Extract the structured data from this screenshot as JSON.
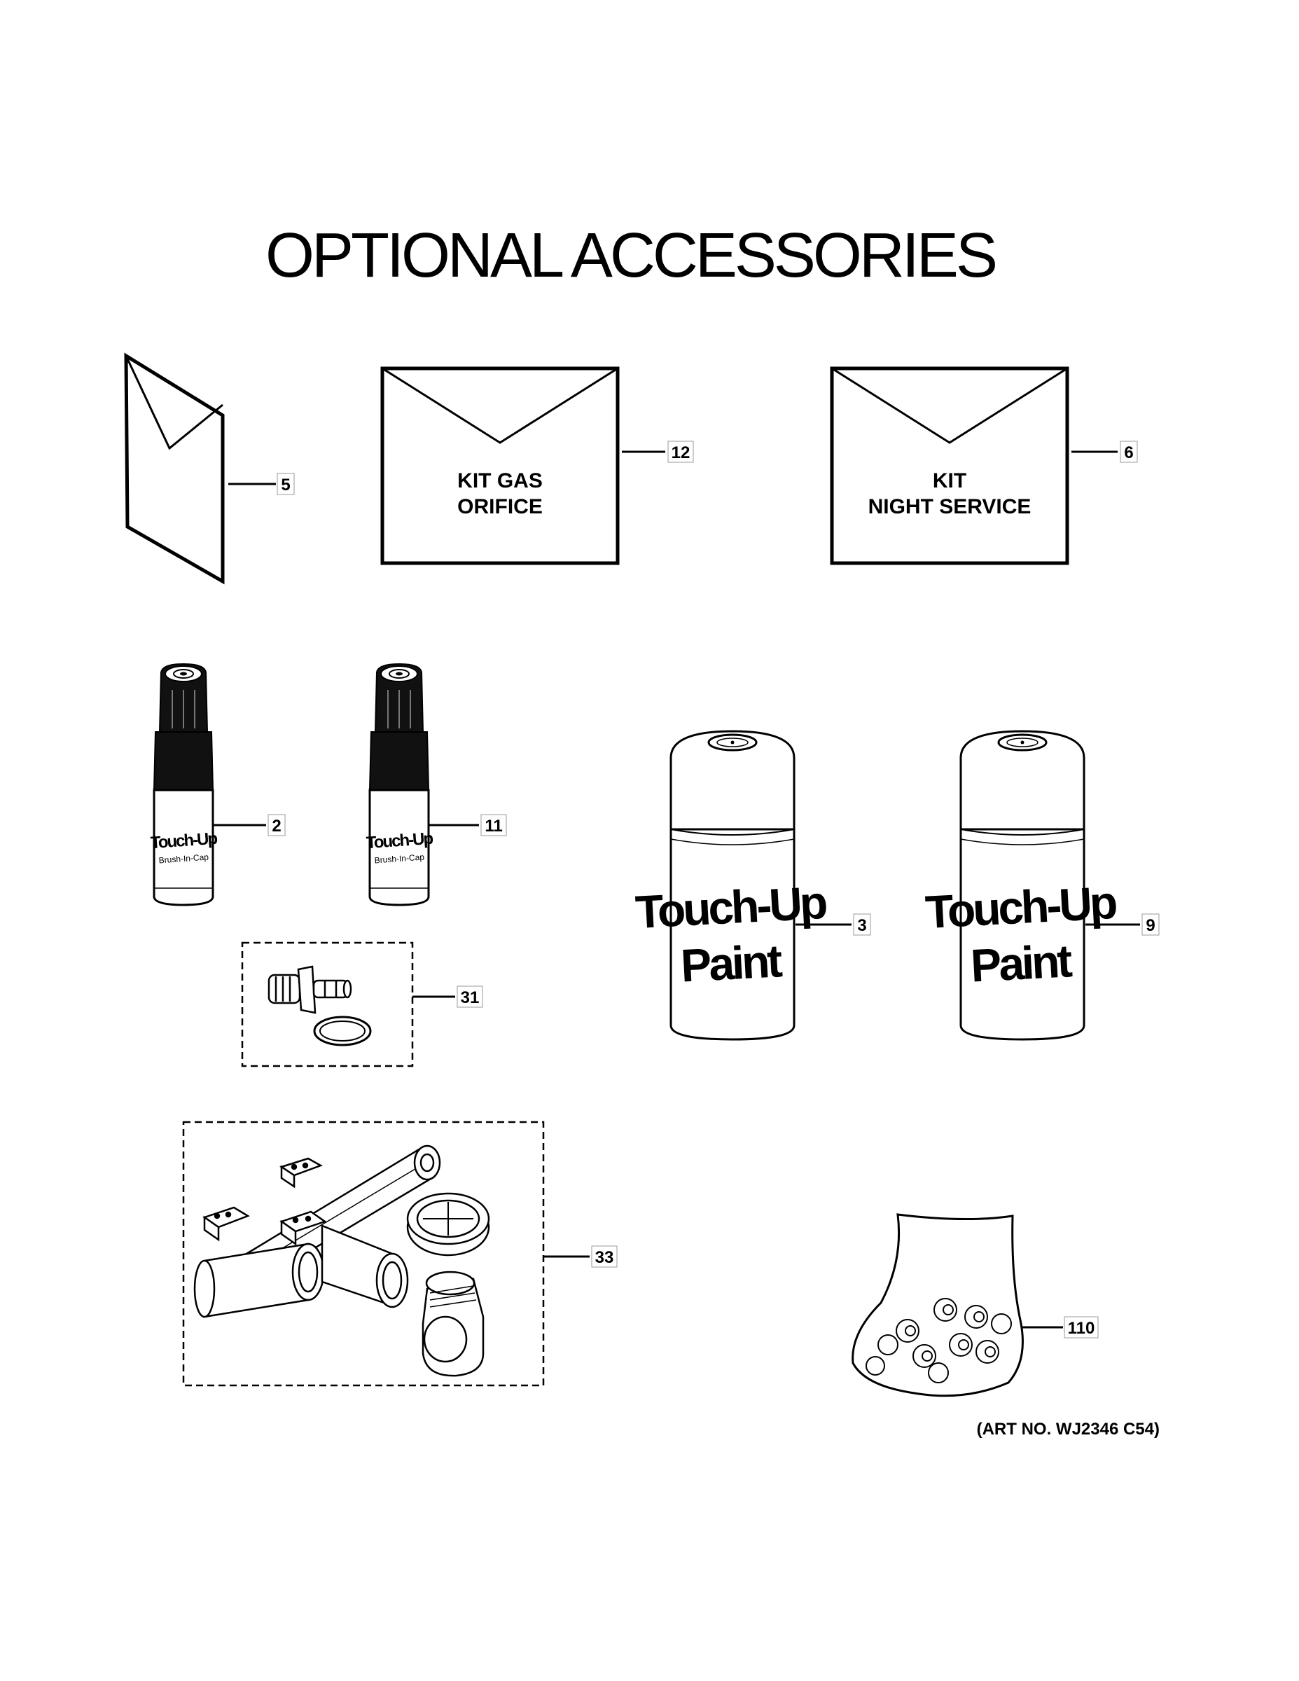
{
  "title": "OPTIONAL ACCESSORIES",
  "callouts": {
    "c5": "5",
    "c12": "12",
    "c6": "6",
    "c2": "2",
    "c11": "11",
    "c3": "3",
    "c9": "9",
    "c31": "31",
    "c33": "33",
    "c110": "110"
  },
  "kit_gas": {
    "line1": "KIT GAS",
    "line2": "ORIFICE"
  },
  "kit_night": {
    "line1": "KIT",
    "line2": "NIGHT SERVICE"
  },
  "pen": {
    "line1": "Touch-Up",
    "line2": "Brush-In-Cap"
  },
  "can": {
    "line1": "Touch-Up",
    "line2": "Paint"
  },
  "art_no": "(ART NO. WJ2346 C54)"
}
